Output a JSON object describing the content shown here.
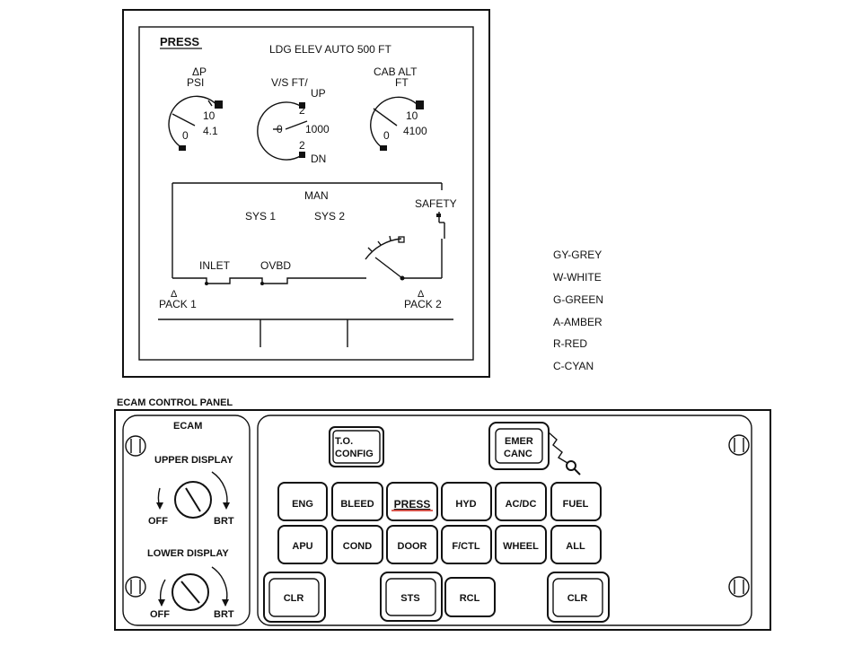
{
  "display": {
    "title": "PRESS",
    "ldg_elev": "LDG ELEV  AUTO  500 FT",
    "gauge_dp": {
      "label_delta": "ΔP",
      "label_unit": "PSI",
      "tick_high": "10",
      "tick_low": "0",
      "value": "4.1"
    },
    "gauge_vs": {
      "label_unit": "V/S FT/",
      "label_up": "UP",
      "tick_up": "2",
      "tick_zero": "0",
      "tick_dn": "2",
      "value": "1000",
      "label_dn": "DN"
    },
    "gauge_cab": {
      "label_top": "CAB ALT",
      "label_unit": "FT",
      "tick_high": "10",
      "tick_low": "0",
      "value": "4100"
    },
    "man": "MAN",
    "sys1": "SYS 1",
    "sys2": "SYS 2",
    "safety": "SAFETY",
    "inlet": "INLET",
    "ovbd": "OVBD",
    "pack1": "PACK 1",
    "pack2": "PACK 2",
    "delta_symbol": "Δ"
  },
  "legend": [
    "GY-GREY",
    "W-WHITE",
    "G-GREEN",
    "A-AMBER",
    "R-RED",
    "C-CYAN"
  ],
  "panel": {
    "title": "ECAM CONTROL PANEL",
    "ecam": "ECAM",
    "upper_display": "UPPER DISPLAY",
    "lower_display": "LOWER DISPLAY",
    "off": "OFF",
    "brt": "BRT",
    "to_config_line1": "T.O.",
    "to_config_line2": "CONFIG",
    "emer_line1": "EMER",
    "emer_line2": "CANC",
    "row1": [
      "ENG",
      "BLEED",
      "PRESS",
      "HYD",
      "AC/DC",
      "FUEL"
    ],
    "row2": [
      "APU",
      "COND",
      "DOOR",
      "F/CTL",
      "WHEEL",
      "ALL"
    ],
    "clr_left": "CLR",
    "sts": "STS",
    "rcl": "RCL",
    "clr_right": "CLR",
    "highlight_color": "#d42a1e"
  }
}
